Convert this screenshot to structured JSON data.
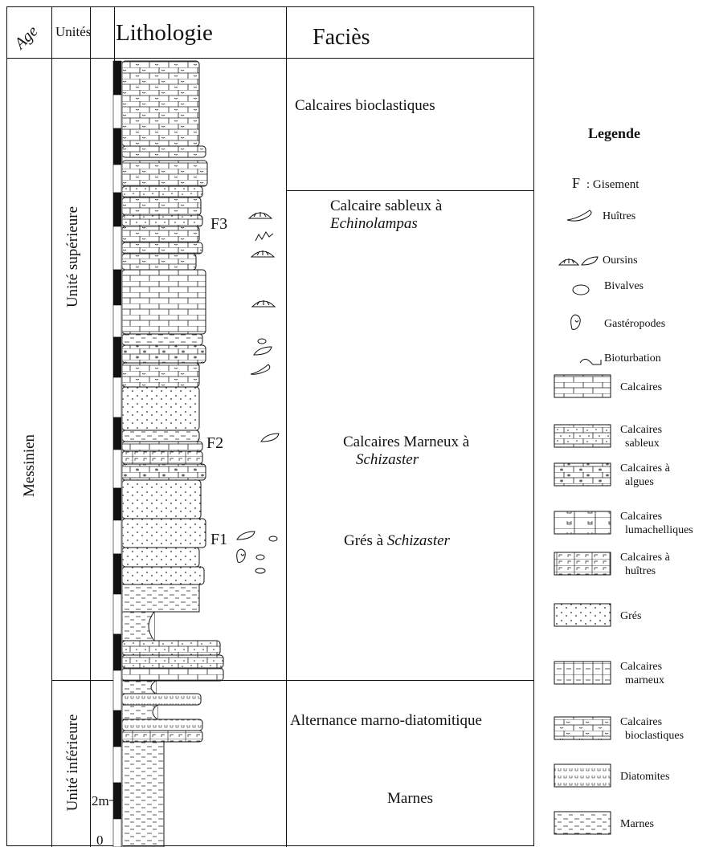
{
  "header": {
    "age": "Age",
    "unites": "Unités",
    "lithologie": "Lithologie",
    "facies": "Faciès"
  },
  "age_label": "Messinien",
  "units": {
    "upper": "Unité supérieure",
    "lower": "Unité inférieure"
  },
  "scale": {
    "top_label": "2m",
    "bottom_label": "0"
  },
  "gisements": [
    "F3",
    "F2",
    "F1"
  ],
  "facies": [
    {
      "text": "Calcaires bioclastiques",
      "italic": ""
    },
    {
      "text": "Calcaire sableux à ",
      "italic": "Echinolampas"
    },
    {
      "text": "Calcaires Marneux à ",
      "italic": "Schizaster"
    },
    {
      "text": "Grés à ",
      "italic": "Schizaster"
    },
    {
      "text": "Alternance marno-diatomitique",
      "italic": ""
    },
    {
      "text": "Marnes",
      "italic": ""
    }
  ],
  "legend": {
    "title": "Legende",
    "gisement_letter": "F",
    "gisement_text": ": Gisement",
    "items": [
      [
        "Huîtres"
      ],
      [
        "Oursins"
      ],
      [
        "Bivalves"
      ],
      [
        "Gastéropodes"
      ],
      [
        "Bioturbation"
      ],
      [
        "Calcaires"
      ],
      [
        "Calcaires",
        "sableux"
      ],
      [
        "Calcaires à",
        "algues"
      ],
      [
        "Calcaires",
        "lumachelliques"
      ],
      [
        "Calcaires à",
        "huîtres"
      ],
      [
        "Grés"
      ],
      [
        "Calcaires",
        "marneux"
      ],
      [
        "Calcaires",
        "bioclastiques"
      ],
      [
        "Diatomites"
      ],
      [
        "Marnes"
      ]
    ]
  },
  "colors": {
    "line": "#111111",
    "background": "#ffffff"
  }
}
